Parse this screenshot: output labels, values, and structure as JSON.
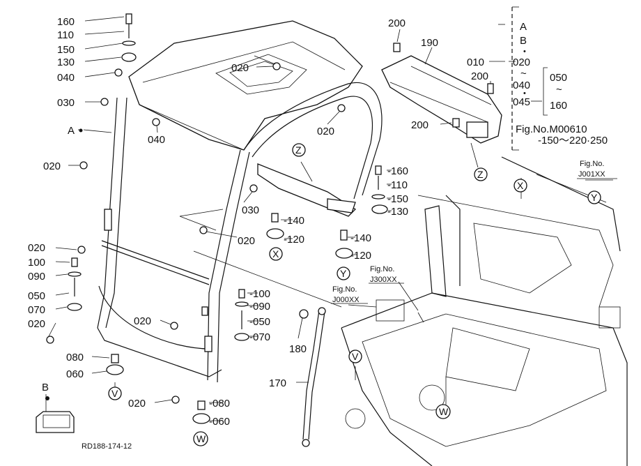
{
  "figure_code": "RD188-174-12",
  "parts": {
    "p160": "160",
    "p110": "110",
    "p150": "150",
    "p130": "130",
    "p040": "040",
    "p030": "030",
    "pA": "A",
    "p020": "020",
    "p100": "100",
    "p090": "090",
    "p050": "050",
    "p070": "070",
    "p080": "080",
    "p060": "060",
    "p200": "200",
    "p190": "190",
    "p010": "010",
    "p045": "045",
    "p140": "140",
    "p120": "120",
    "p180": "180",
    "p170": "170",
    "pB": "B",
    "d160": "-160",
    "d110": "-110",
    "d150": "-150",
    "d130": "-130",
    "d140": "-140",
    "d120": "-120",
    "d100": "-100",
    "d090": "-090",
    "d050": "-050",
    "d070": "-070",
    "d080": "-080",
    "d060": "-060"
  },
  "circles": {
    "x": "X",
    "y": "Y",
    "z": "Z",
    "v": "V",
    "w": "W"
  },
  "range_list": {
    "a": "A",
    "b": "B",
    "r020": "020",
    "tilde": "~",
    "r040": "040",
    "r045": "045",
    "r050": "050",
    "r160": "160",
    "dot": "•"
  },
  "refs": {
    "fig_m_label": "Fig.No.M00610",
    "fig_m_values": "-150～220·250",
    "fig_no": "Fig.No.",
    "j001": "J001XX",
    "j300": "J300XX",
    "j000": "J000XX"
  }
}
